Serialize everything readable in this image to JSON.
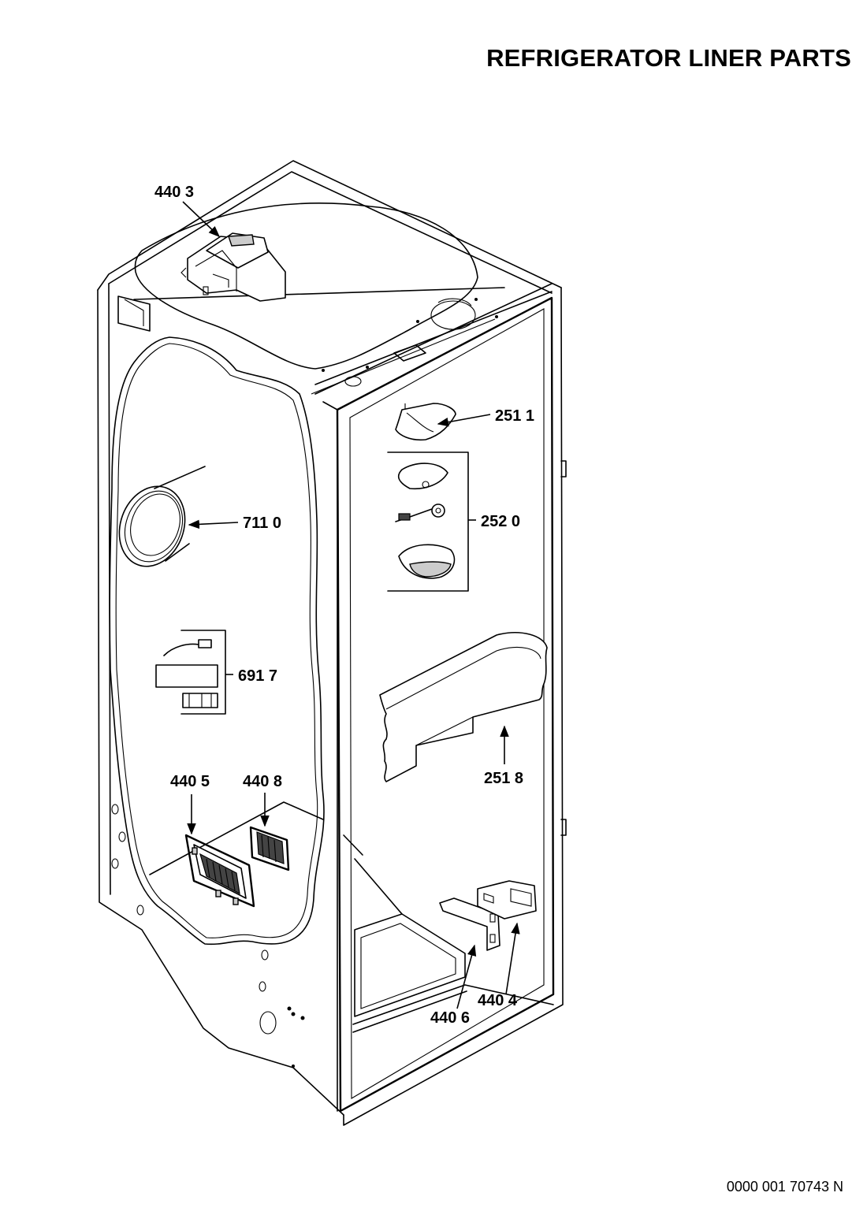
{
  "title": "REFRIGERATOR LINER PARTS",
  "document_number": "0000 001 70743 N",
  "callouts": [
    {
      "id": "c4403",
      "label": "440 3"
    },
    {
      "id": "c2511",
      "label": "251 1"
    },
    {
      "id": "c2520",
      "label": "252 0"
    },
    {
      "id": "c7110",
      "label": "711 0"
    },
    {
      "id": "c6917",
      "label": "691 7"
    },
    {
      "id": "c2518",
      "label": "251 8"
    },
    {
      "id": "c4405",
      "label": "440 5"
    },
    {
      "id": "c4408",
      "label": "440 8"
    },
    {
      "id": "c4404",
      "label": "440 4"
    },
    {
      "id": "c4406",
      "label": "440 6"
    }
  ]
}
